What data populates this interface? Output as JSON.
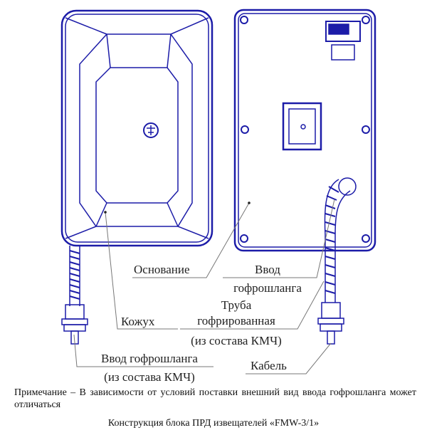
{
  "labels": {
    "base": "Основание",
    "hose_entry_line1": "Ввод",
    "hose_entry_line2": "гофрошланга",
    "cover": "Кожух",
    "pipe_line1": "Труба",
    "pipe_line2": "гофрированная",
    "pipe_line3": "(из состава КМЧ)",
    "hose_entry_left_line1": "Ввод гофрошланга",
    "hose_entry_left_line2": "(из состава КМЧ)",
    "cable": "Кабель"
  },
  "note": "Примечание – В зависимости от условий поставки внешний вид ввода гофрошланга может отличаться",
  "caption": "Конструкция блока ПРД извещателей «FMW-3/1»",
  "colors": {
    "drawing": "#1c1ca8",
    "leader": "#777777"
  }
}
